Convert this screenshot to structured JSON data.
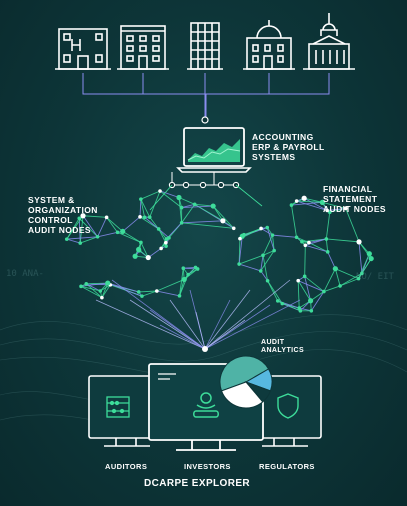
{
  "labels": {
    "accounting": "ACCOUNTING\nERP & PAYROLL\nSYSTEMS",
    "system_nodes": "SYSTEM &\nORGANIZATION\nCONTROL\nAUDIT NODES",
    "financial_nodes": "FINANCIAL\nSTATEMENT\nAUDIT NODES",
    "analytics": "AUDIT\nANALyTICS",
    "auditors": "AUDITORS",
    "investors": "INVESTORS",
    "regulators": "REGULATORS",
    "explorer": "DCARPE EXPLORER"
  },
  "background_text": {
    "left": "10 ANA-",
    "right": "NO/ EIT"
  },
  "buildings": [
    "hospital-building-icon",
    "office-building-icon",
    "tower-building-icon",
    "domed-building-icon",
    "capitol-building-icon"
  ],
  "colors": {
    "line": "#ffffff",
    "green": "#3ddc9a",
    "blue": "#8a8df0",
    "pie_teal": "#4fb3a6",
    "pie_blue": "#57b8e0",
    "pie_dark": "#0e3a3d"
  }
}
